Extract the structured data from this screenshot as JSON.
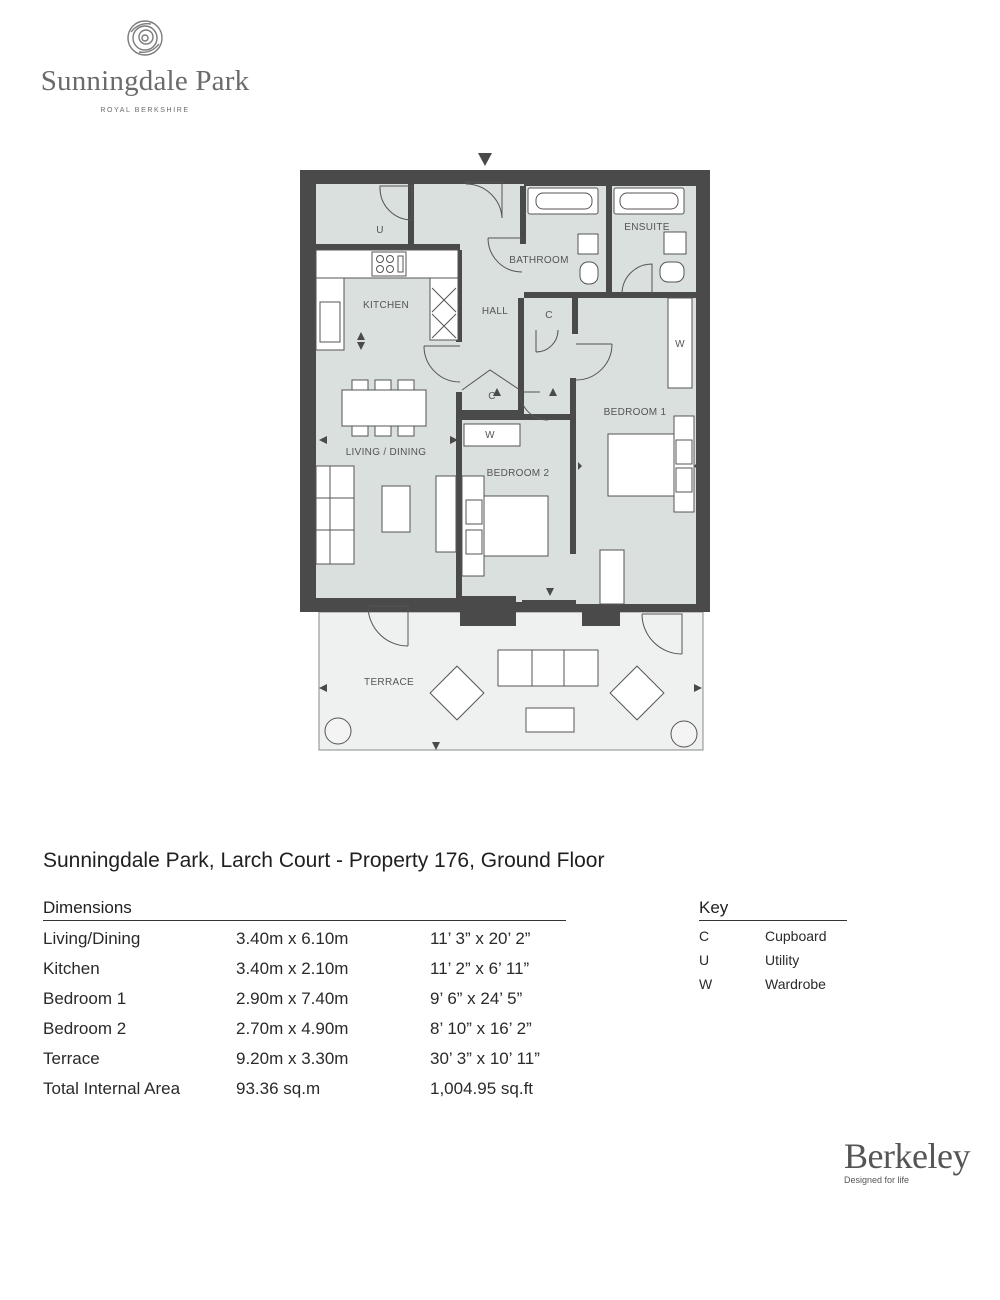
{
  "logo": {
    "name": "Sunningdale Park",
    "subtitle": "ROYAL BERKSHIRE"
  },
  "plan_labels": {
    "u": "U",
    "bathroom": "BATHROOM",
    "ensuite": "ENSUITE",
    "kitchen": "KITCHEN",
    "hall": "HALL",
    "c_hall": "C",
    "w_bed1": "W",
    "c_lower": "C",
    "bedroom1": "BEDROOM 1",
    "w_bed2": "W",
    "bedroom2": "BEDROOM 2",
    "living_dining": "LIVING / DINING",
    "terrace": "TERRACE"
  },
  "heading": "Sunningdale Park, Larch Court - Property 176, Ground Floor",
  "dimensions": {
    "title": "Dimensions",
    "rows": [
      {
        "room": "Living/Dining",
        "metric": "3.40m x 6.10m",
        "imperial": "11’ 3” x 20’ 2”"
      },
      {
        "room": "Kitchen",
        "metric": "3.40m x 2.10m",
        "imperial": "11’ 2” x 6’ 11”"
      },
      {
        "room": "Bedroom 1",
        "metric": "2.90m x 7.40m",
        "imperial": "9’ 6” x 24’ 5”"
      },
      {
        "room": "Bedroom 2",
        "metric": "2.70m x 4.90m",
        "imperial": "8’ 10” x 16’ 2”"
      },
      {
        "room": "Terrace",
        "metric": "9.20m x 3.30m",
        "imperial": "30’ 3” x 10’ 11”"
      },
      {
        "room": "Total Internal Area",
        "metric": "93.36 sq.m",
        "imperial": "1,004.95 sq.ft"
      }
    ]
  },
  "key": {
    "title": "Key",
    "items": [
      {
        "code": "C",
        "label": "Cupboard"
      },
      {
        "code": "U",
        "label": "Utility"
      },
      {
        "code": "W",
        "label": "Wardrobe"
      }
    ]
  },
  "brand": {
    "name": "Berkeley",
    "tagline": "Designed for life"
  },
  "colors": {
    "room_fill": "#d9e0dd",
    "wall": "#4a4a4a",
    "terrace_fill": "#eef1ef"
  }
}
